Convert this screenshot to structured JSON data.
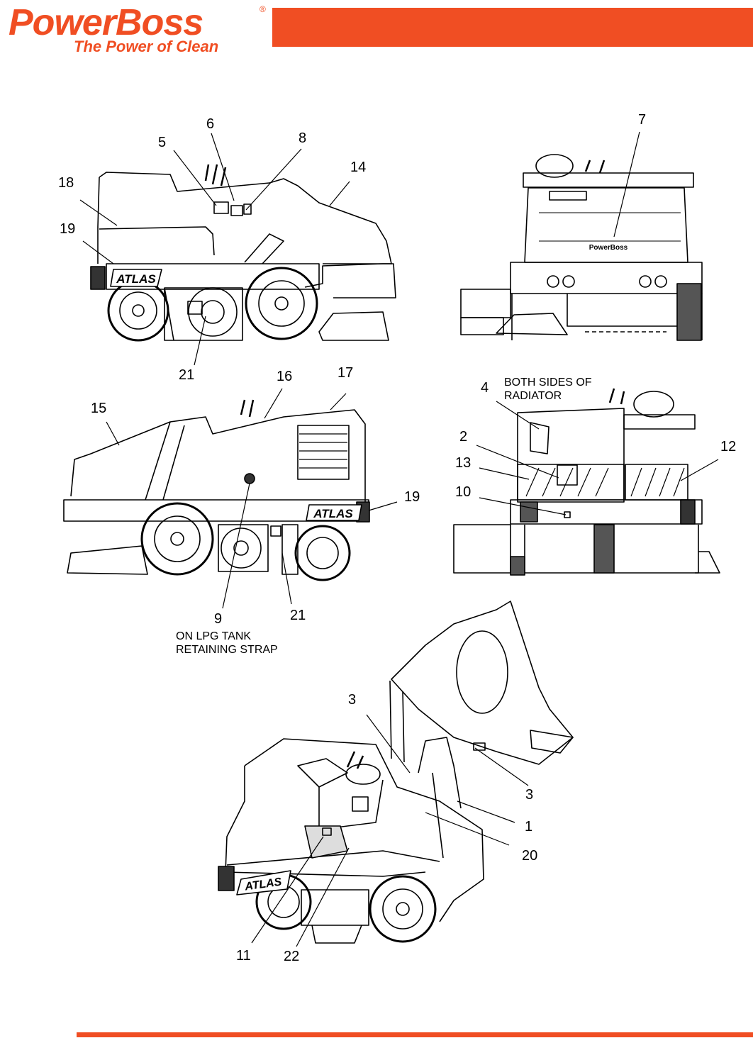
{
  "brand": {
    "name": "PowerBoss",
    "registered": "®",
    "tagline": "The Power of Clean",
    "accent_color": "#f04e23"
  },
  "callouts": {
    "c1": "1",
    "c2": "2",
    "c3a": "3",
    "c3b": "3",
    "c4": "4",
    "c5": "5",
    "c6": "6",
    "c7": "7",
    "c8": "8",
    "c9": "9",
    "c10": "10",
    "c11": "11",
    "c12": "12",
    "c13": "13",
    "c14": "14",
    "c15": "15",
    "c16": "16",
    "c17": "17",
    "c18": "18",
    "c19a": "19",
    "c19b": "19",
    "c20": "20",
    "c21a": "21",
    "c21b": "21",
    "c22": "22"
  },
  "notes": {
    "radiator": "BOTH SIDES OF\nRADIATOR",
    "lpg": "ON LPG TANK\nRETAINING STRAP"
  },
  "machine_decals": {
    "model": "ATLAS",
    "rear_badge": "PowerBoss"
  }
}
